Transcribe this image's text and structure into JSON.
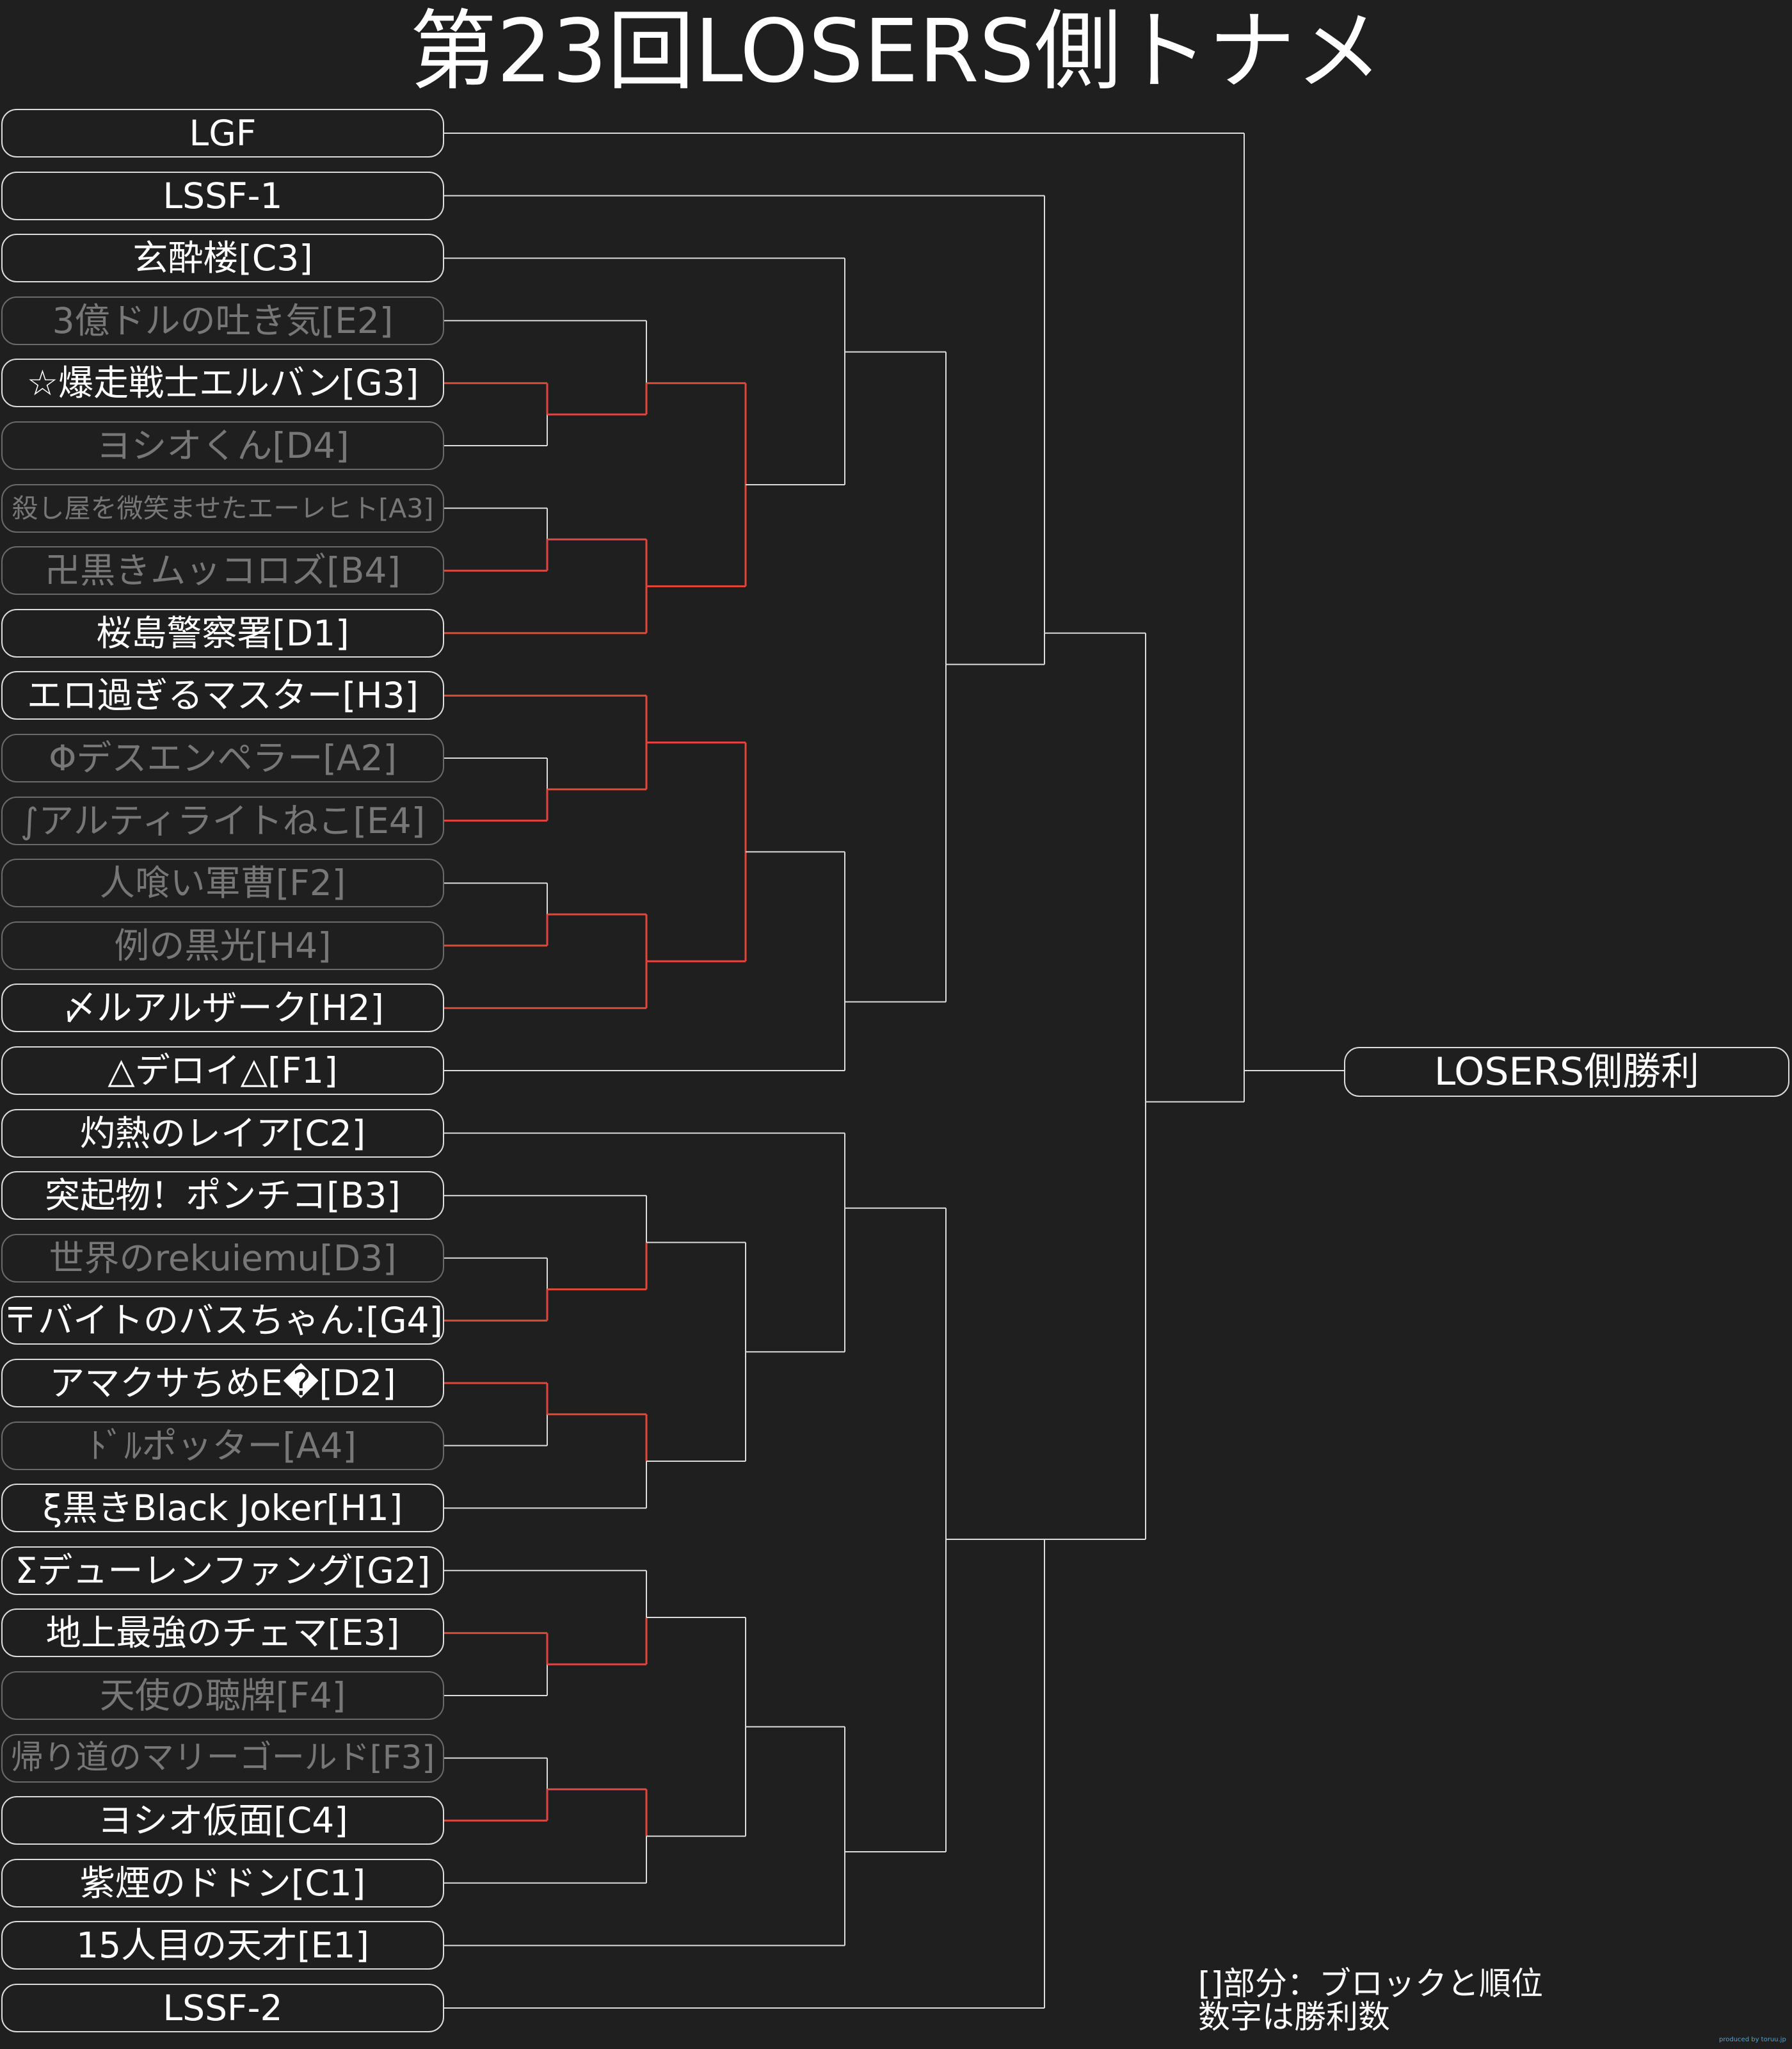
{
  "title": "第23回LOSERS側トナメ",
  "winner_label": "LOSERS側勝利",
  "legend": {
    "line1": "[]部分：ブロックと順位",
    "line2": "数字は勝利数"
  },
  "credit": "produced by toruu.jp",
  "colors": {
    "background": "#1f1f1f",
    "line": "#dcdcdc",
    "win_path": "#e0463a",
    "eliminated_text": "#777777"
  },
  "entries": [
    {
      "name": "LGF",
      "eliminated": false
    },
    {
      "name": "LSSF-1",
      "eliminated": false
    },
    {
      "name": "玄酔楼[C3]",
      "eliminated": false
    },
    {
      "name": "3億ドルの吐き気[E2]",
      "eliminated": true
    },
    {
      "name": "☆爆走戦士エルバン[G3]",
      "eliminated": false
    },
    {
      "name": "ヨシオくん[D4]",
      "eliminated": true
    },
    {
      "name": "殺し屋を微笑ませたエーレヒト[A3]",
      "eliminated": true
    },
    {
      "name": "卍黒きムッコロズ[B4]",
      "eliminated": true
    },
    {
      "name": "桜島警察署[D1]",
      "eliminated": false
    },
    {
      "name": "エロ過ぎるマスター[H3]",
      "eliminated": false
    },
    {
      "name": "Φデスエンペラー[A2]",
      "eliminated": true
    },
    {
      "name": "∫アルティライトねこ[E4]",
      "eliminated": true
    },
    {
      "name": "人喰い軍曹[F2]",
      "eliminated": true
    },
    {
      "name": "例の黒光[H4]",
      "eliminated": true
    },
    {
      "name": "〆ルアルザーク[H2]",
      "eliminated": false
    },
    {
      "name": "△デロイ△[F1]",
      "eliminated": false
    },
    {
      "name": "灼熱のレイア[C2]",
      "eliminated": false
    },
    {
      "name": "突起物！ポンチコ[B3]",
      "eliminated": false
    },
    {
      "name": "世界のrekuiemu[D3]",
      "eliminated": true
    },
    {
      "name": "〒バイトのバスちゃん⁚[G4]",
      "eliminated": false
    },
    {
      "name": "アマクサちめE�[D2]",
      "eliminated": false
    },
    {
      "name": "ﾄﾞﾙポッター[A4]",
      "eliminated": true
    },
    {
      "name": "ξ黒きBlack Joker[H1]",
      "eliminated": false
    },
    {
      "name": "Σデューレンファング[G2]",
      "eliminated": false
    },
    {
      "name": "地上最強のチェマ[E3]",
      "eliminated": false
    },
    {
      "name": "天使の聴牌[F4]",
      "eliminated": true
    },
    {
      "name": "帰り道のマリーゴールド[F3]",
      "eliminated": true
    },
    {
      "name": "ヨシオ仮面[C4]",
      "eliminated": false
    },
    {
      "name": "紫煙のドドン[C1]",
      "eliminated": false
    },
    {
      "name": "15人目の天才[E1]",
      "eliminated": false
    },
    {
      "name": "LSSF-2",
      "eliminated": false
    }
  ]
}
